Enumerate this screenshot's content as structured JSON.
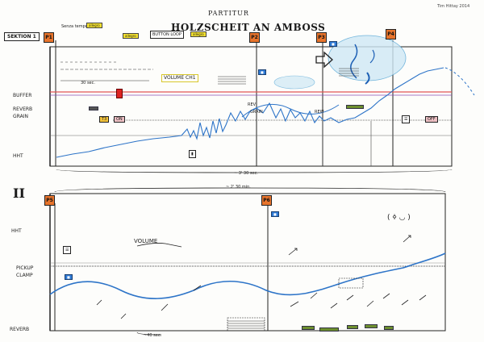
{
  "header": {
    "signature": "Tim Hittay 2014",
    "partitur": "PARTITUR",
    "title": "HOLZSCHEIT AN AMBOSS"
  },
  "section1": {
    "label": "SEKTION 1",
    "rows": [
      "BUFFER",
      "REVERB",
      "GRAIN",
      "HHT"
    ],
    "markers": [
      {
        "num": "P1"
      },
      {
        "num": "P2"
      },
      {
        "num": "P3"
      },
      {
        "num": "P4"
      }
    ],
    "notes": {
      "senza_tempo": "Senza tempo",
      "tempo_tags": [
        "allegro",
        "allegro",
        "allegro"
      ],
      "button_loop": "BUTTON LOOP",
      "volume_ch1": "VOLUME CH1",
      "duration_30": "30 sec.",
      "rev": "REV",
      "grain": "GRAIN",
      "rew": "REW",
      "off": "OFF",
      "t3": "T3",
      "on": "ON",
      "duration_total": "~ 3' 30 sec."
    }
  },
  "section2": {
    "label": "II",
    "rows": [
      "HHT",
      "PICKUP",
      "CLAMP",
      "REVERB"
    ],
    "markers": [
      {
        "num": "P5"
      },
      {
        "num": "P6"
      }
    ],
    "notes": {
      "volume": "VOLUME",
      "duration_total": "~ 2' 30 min.",
      "duration_40": "~40 sec."
    }
  }
}
